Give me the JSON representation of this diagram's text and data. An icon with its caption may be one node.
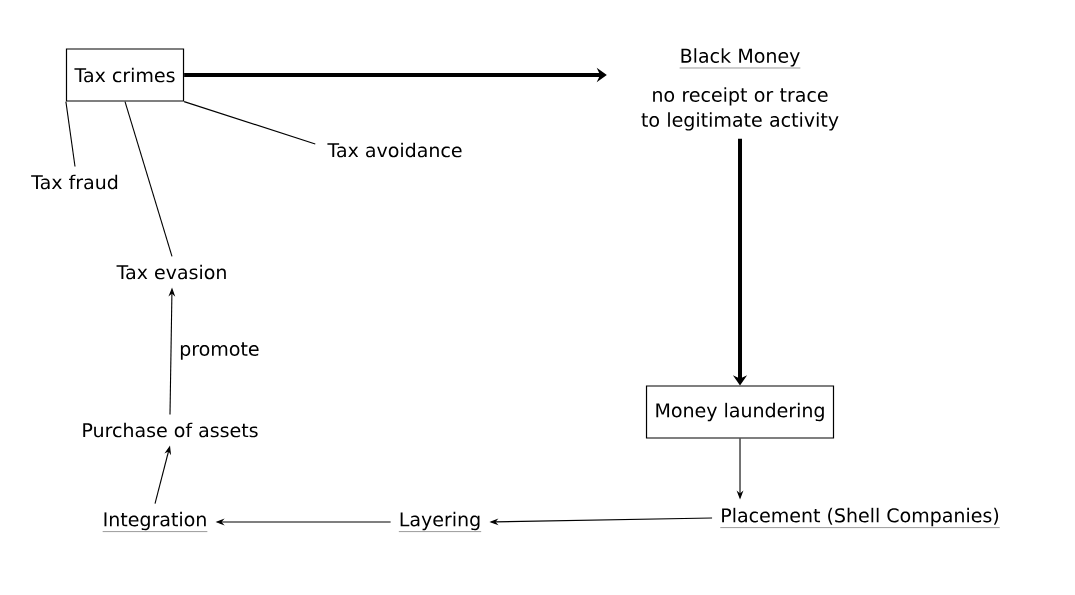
{
  "diagram": {
    "nodes": [
      {
        "text": [
          "Tax crimes"
        ]
      },
      {
        "text": [
          "Black Money",
          "no receipt or trace to legitimate activity"
        ]
      },
      {
        "text": [
          "Tax fraud"
        ]
      },
      {
        "text": [
          "Tax evasion"
        ]
      },
      {
        "text": [
          "Tax avoidance"
        ]
      },
      {
        "text": [
          "Money laundering"
        ]
      },
      {
        "text": [
          "Placement (Shell Companies)"
        ]
      },
      {
        "text": [
          "Layering"
        ]
      },
      {
        "text": [
          "Integration"
        ]
      },
      {
        "text": [
          "Purchase of assets"
        ]
      }
    ],
    "edges": [
      {
        "from": 0,
        "to": 1,
        "arrow": "to",
        "style": "thick"
      },
      {
        "from": 0,
        "to": 2,
        "arrow": "none"
      },
      {
        "from": 0,
        "to": 3,
        "arrow": "none"
      },
      {
        "from": 0,
        "to": 4,
        "arrow": "none"
      },
      {
        "from": 1,
        "to": 5,
        "arrow": "to",
        "style": "thick"
      },
      {
        "from": 5,
        "to": 6,
        "arrow": "to"
      },
      {
        "from": 6,
        "to": 7,
        "arrow": "to"
      },
      {
        "from": 7,
        "to": 8,
        "arrow": "to"
      },
      {
        "from": 8,
        "to": 9,
        "arrow": "to"
      },
      {
        "from": 9,
        "to": 3,
        "arrow": "to",
        "label": "promote"
      }
    ]
  }
}
